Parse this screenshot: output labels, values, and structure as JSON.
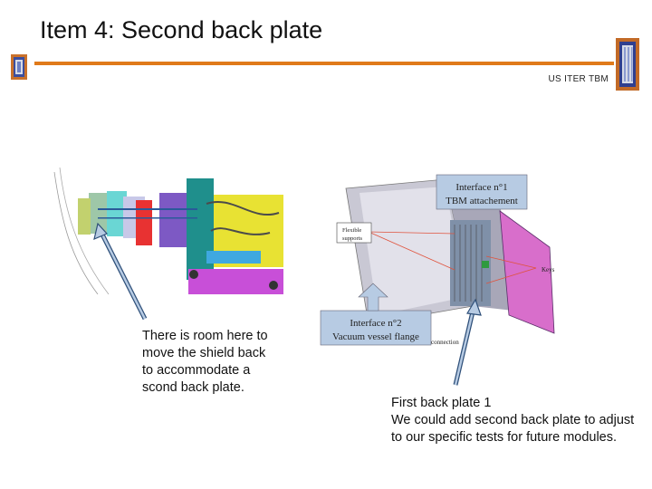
{
  "slide": {
    "title": "Item 4: Second back plate",
    "subtitle": "US ITER TBM"
  },
  "left_figure": {
    "note": "There is room here to move the shield back to accommodate a scond back plate."
  },
  "right_figure": {
    "labels": {
      "interface1_line1": "Interface n°1",
      "interface1_line2": "TBM attachement",
      "flexible_line1": "Flexible",
      "flexible_line2": "supports",
      "keys": "Keys",
      "interface2_line1": "Interface n°2",
      "interface2_line2": "Vacuum vessel flange",
      "connection": "connection"
    },
    "note": "First back plate 1\nWe could add second back plate to adjust to our specific tests for future modules."
  },
  "colors": {
    "accent_rule": "#e07a1a",
    "arrow_fill": "#b7cbe3",
    "arrow_stroke": "#2e4f79"
  }
}
